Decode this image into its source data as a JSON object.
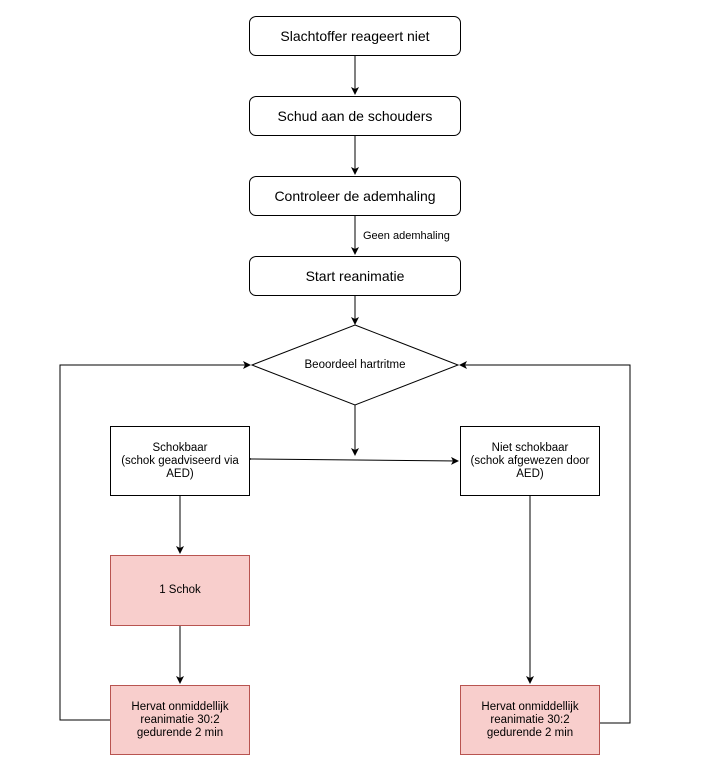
{
  "nodes": {
    "victim": "Slachtoffer reageert niet",
    "shake": "Schud aan de schouders",
    "check": "Controleer de ademhaling",
    "start": "Start reanimatie",
    "assess": "Beoordeel hartritme",
    "shockable": "Schokbaar\n(schok geadviseerd via\nAED)",
    "not_shockable": "Niet schokbaar\n(schok afgewezen door\nAED)",
    "one_shock": "1 Schok",
    "resume_left": "Hervat onmiddellijk\nreanimatie 30:2\ngedurende 2 min",
    "resume_right": "Hervat onmiddellijk\nreanimatie 30:2\ngedurende 2 min"
  },
  "edge_labels": {
    "no_breathing": "Geen ademhaling"
  },
  "colors": {
    "highlight_fill": "#f8cecc",
    "highlight_border": "#b85450"
  }
}
